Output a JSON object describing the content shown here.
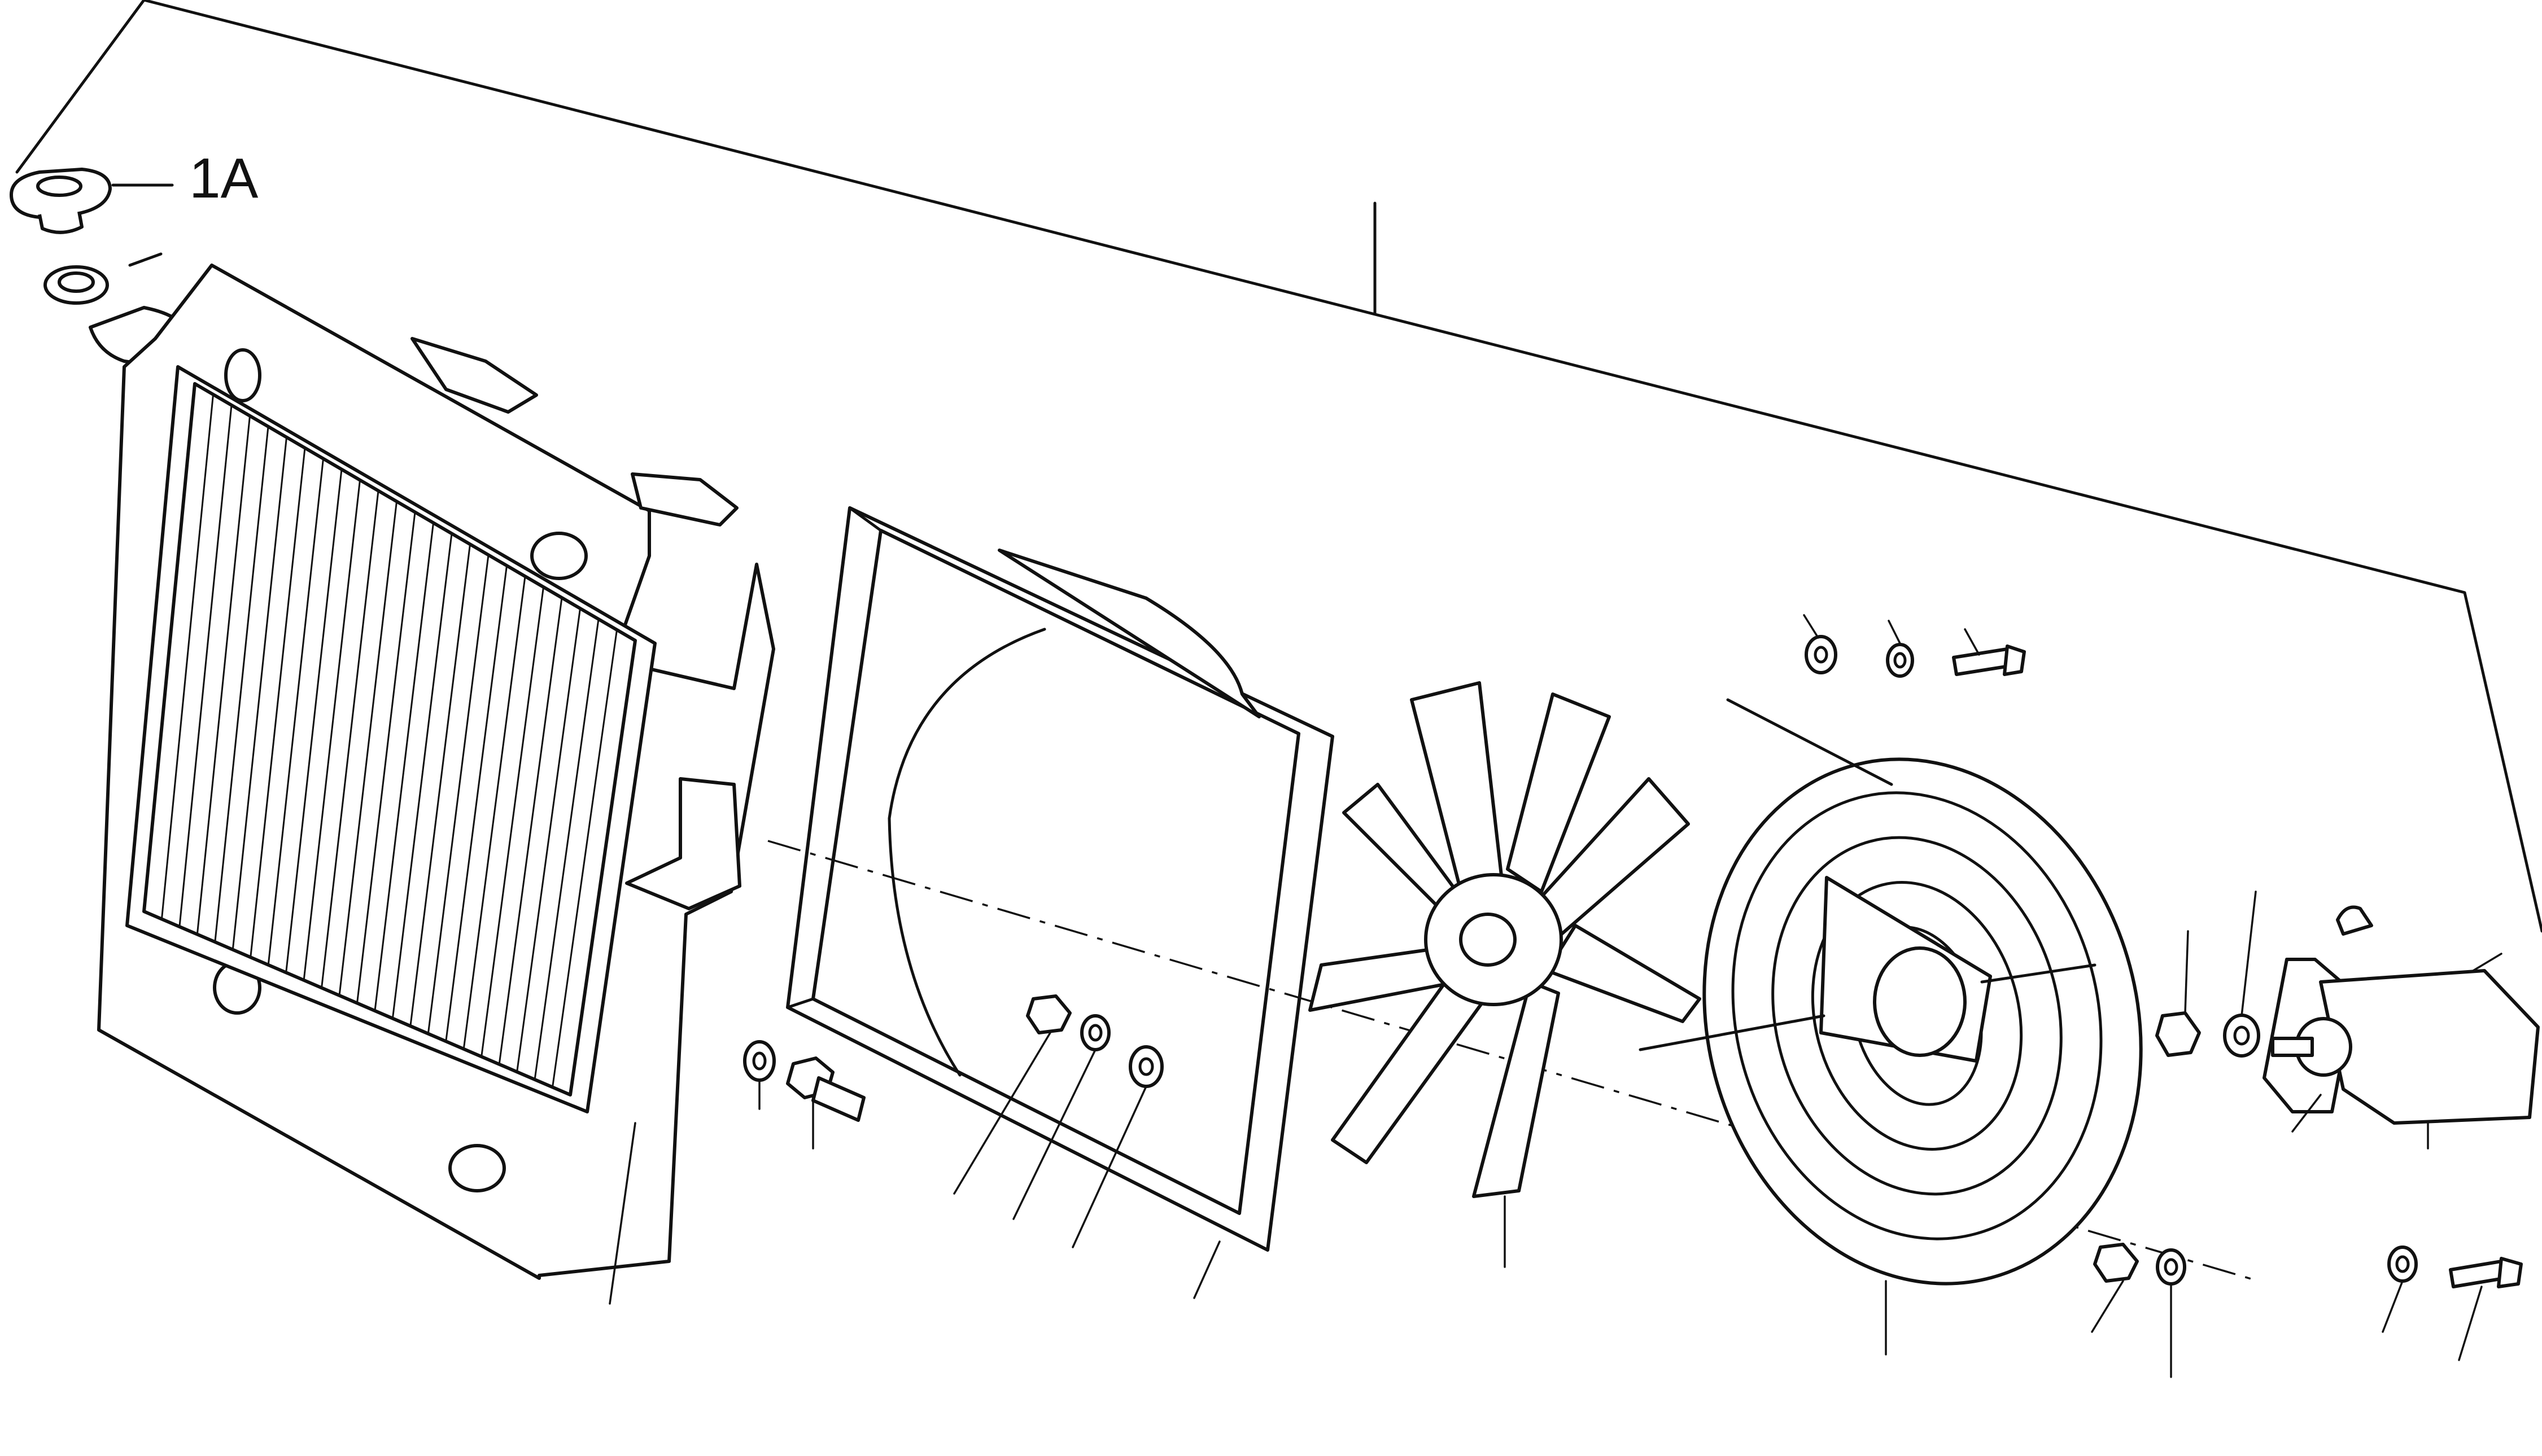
{
  "diagram": {
    "type": "exploded-parts-drawing",
    "labels": {
      "radiator_cap_callout": "1A"
    },
    "parts": [
      "radiator-cap",
      "filler-neck",
      "radiator-core",
      "radiator-frame",
      "fan-shroud",
      "fan-blade",
      "fan-guard",
      "hydraulic-motor",
      "hex-bolt",
      "hex-nut",
      "washer",
      "flange-bolt",
      "woodruff-key"
    ],
    "colors": {
      "line": "#111111",
      "background": "#ffffff"
    }
  }
}
